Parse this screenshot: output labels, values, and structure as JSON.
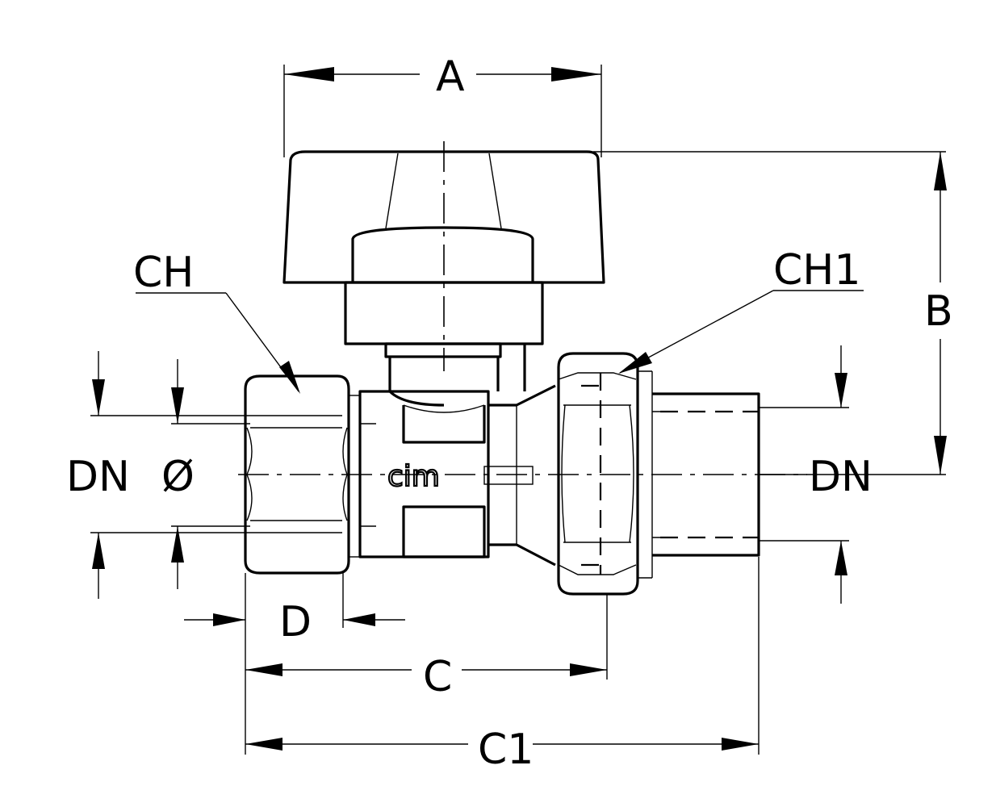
{
  "diagram": {
    "labels": {
      "A": "A",
      "B": "B",
      "C": "C",
      "C1": "C1",
      "D": "D",
      "CH": "CH",
      "CH1": "CH1",
      "DN_left": "DN",
      "diameter": "Ø",
      "DN_right": "DN"
    },
    "logo_text": "cim",
    "line_color": "#000000",
    "background": "#ffffff"
  }
}
